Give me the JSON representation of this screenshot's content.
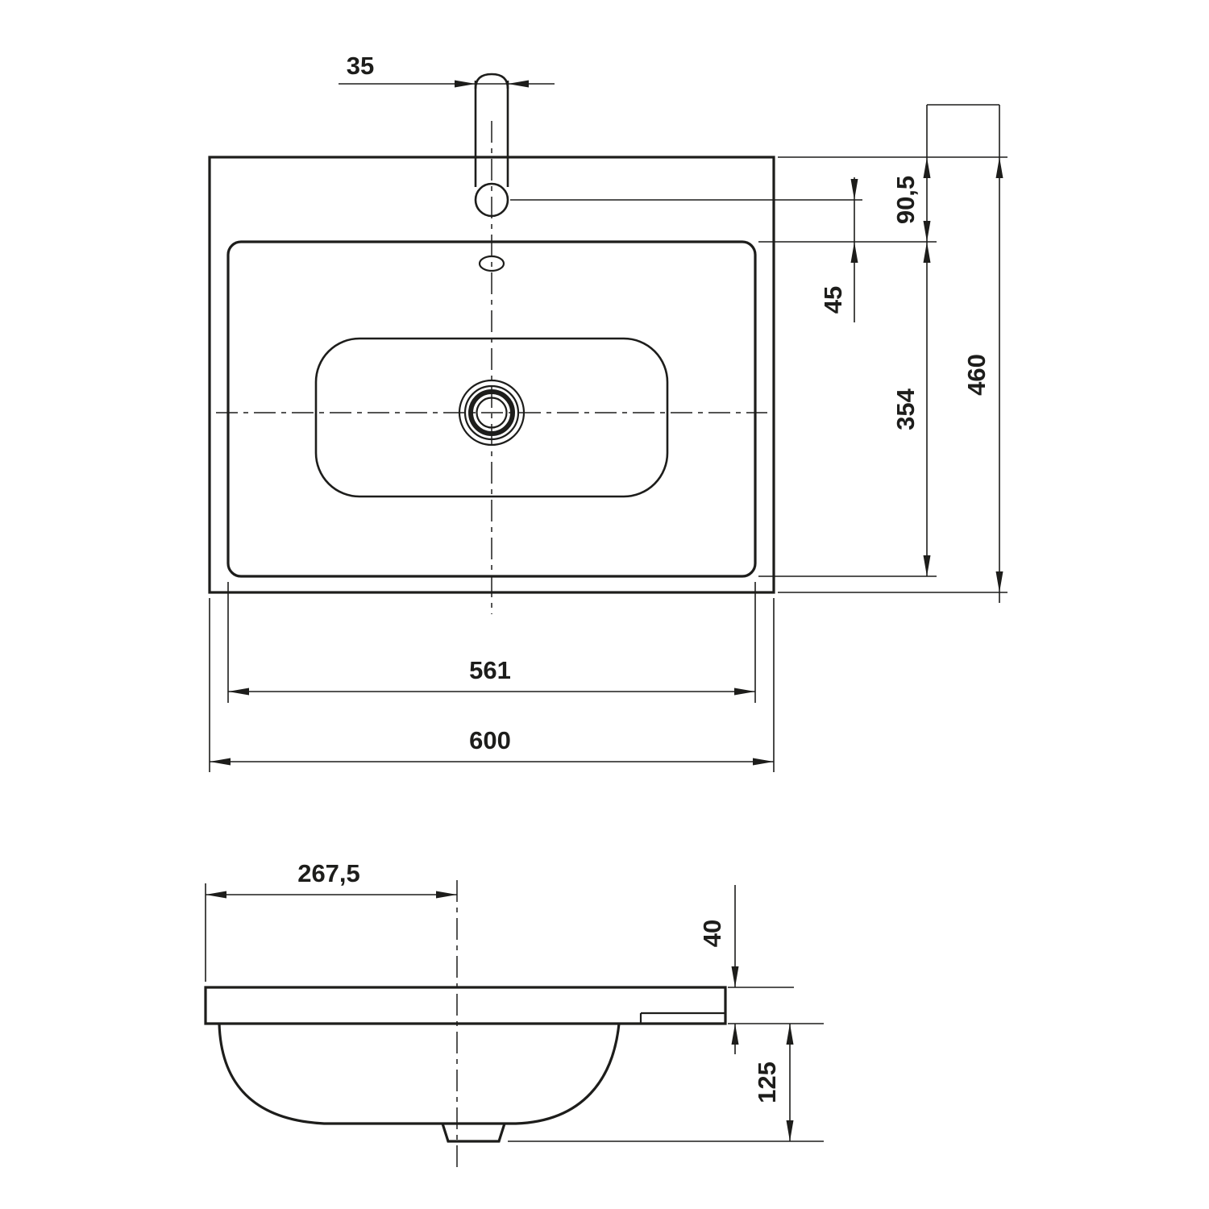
{
  "colors": {
    "line": "#1d1d1b",
    "background": "#ffffff"
  },
  "plan_view": {
    "dims": {
      "faucet_hole_diameter": "35",
      "rim_to_basin_edge": "90,5",
      "faucet_center_to_basin_edge": "45",
      "basin_inner_depth": "354",
      "overall_depth": "460",
      "basin_inner_width": "561",
      "overall_width": "600"
    }
  },
  "side_view": {
    "dims": {
      "edge_to_drain_center": "267,5",
      "rim_thickness": "40",
      "bowl_depth": "125"
    }
  }
}
